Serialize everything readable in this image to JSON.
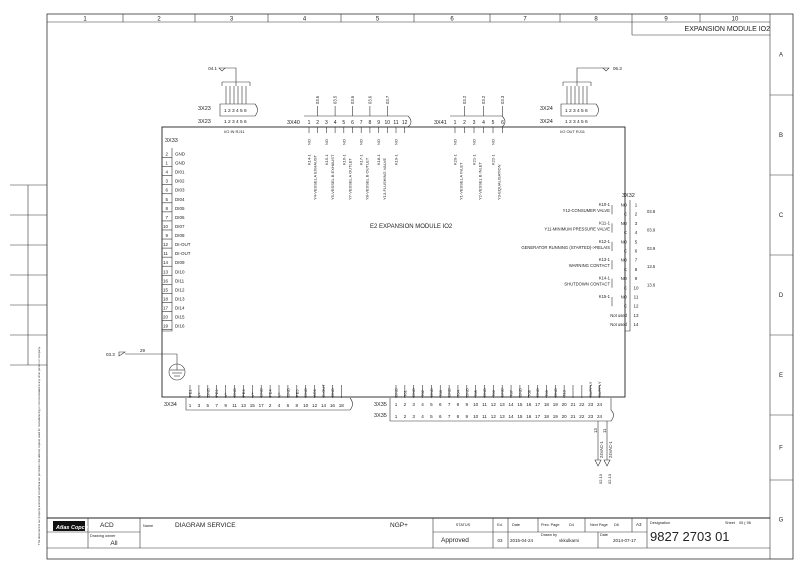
{
  "columns": [
    "1",
    "2",
    "3",
    "4",
    "5",
    "6",
    "7",
    "8",
    "9",
    "10"
  ],
  "rows": [
    "A",
    "B",
    "C",
    "D",
    "E",
    "F",
    "G"
  ],
  "header_title": "EXPANSION MODULE IO2",
  "module_label": "E2  EXPANSION MODULE IO2",
  "x23": {
    "name": "3X23",
    "pins": "1 2 3 4 5 6",
    "ref": "04.1",
    "sub": "I/O IN    RJ11"
  },
  "x24": {
    "name": "3X24",
    "pins": "1 2 3 4 5 6",
    "ref": "06.3",
    "sub": "I/O OUT    RJ11"
  },
  "x40": {
    "name": "3X40",
    "pins": [
      "1",
      "2",
      "3",
      "4",
      "5",
      "6",
      "7",
      "8",
      "9",
      "10",
      "11",
      "12"
    ],
    "refs": [
      "03.6",
      "03.5",
      "03.6",
      "03.6",
      "03.7"
    ],
    "contacts": [
      "NO",
      "NO",
      "NO",
      "NO",
      "NO",
      "NO"
    ],
    "relays": [
      "K14-1",
      "K15-1",
      "K16-1",
      "K17-1",
      "K18-1",
      "K19-1"
    ],
    "descs": [
      "Y4-VESSEL A EXHAUST",
      "Y5-VESSEL B EXHAUST",
      "Y7-VESSEL A OUTLET",
      "Y8-VESSEL B OUTLET",
      "Y13-FLUSHING VALVE"
    ]
  },
  "x41": {
    "name": "3X41",
    "pins": [
      "1",
      "2",
      "3",
      "4",
      "5",
      "6"
    ],
    "refs": [
      "03.2",
      "03.2",
      "03.3"
    ],
    "contacts": [
      "NO",
      "NO",
      "NO"
    ],
    "relays": [
      "K20-1",
      "K21-1",
      "K22-1"
    ],
    "descs": [
      "Y1-VESSEL A INLET",
      "Y2-VESSEL B INLET",
      "Y3-EQUALISATION"
    ]
  },
  "x33": {
    "name": "3X33",
    "rows": [
      {
        "pin": "2",
        "sig": "GND"
      },
      {
        "pin": "1",
        "sig": "GND"
      },
      {
        "pin": "4",
        "sig": "DI01"
      },
      {
        "pin": "3",
        "sig": "DI02"
      },
      {
        "pin": "6",
        "sig": "DI03"
      },
      {
        "pin": "5",
        "sig": "DI04"
      },
      {
        "pin": "8",
        "sig": "DI05"
      },
      {
        "pin": "7",
        "sig": "DI06"
      },
      {
        "pin": "10",
        "sig": "DI07"
      },
      {
        "pin": "9",
        "sig": "DI08"
      },
      {
        "pin": "12",
        "sig": "DI-OUT"
      },
      {
        "pin": "11",
        "sig": "DI-OUT"
      },
      {
        "pin": "14",
        "sig": "DI09"
      },
      {
        "pin": "13",
        "sig": "DI10"
      },
      {
        "pin": "16",
        "sig": "DI11"
      },
      {
        "pin": "15",
        "sig": "DI12"
      },
      {
        "pin": "18",
        "sig": "DI13"
      },
      {
        "pin": "17",
        "sig": "DI14"
      },
      {
        "pin": "20",
        "sig": "DI15"
      },
      {
        "pin": "19",
        "sig": "DI16"
      }
    ]
  },
  "x32": {
    "name": "3X32",
    "pins": [
      "1",
      "2",
      "3",
      "4",
      "5",
      "6",
      "7",
      "8",
      "9",
      "10",
      "11",
      "12",
      "13",
      "14"
    ],
    "contacts": [
      "NO",
      "C",
      "NO",
      "C",
      "NO",
      "C",
      "NO",
      "C",
      "NO",
      "C",
      "NO",
      "C",
      "Not used",
      "Not used"
    ],
    "relays": [
      {
        "name": "K10-1",
        "desc": "Y12-CONSUMER VALVE",
        "ref": "03.8"
      },
      {
        "name": "K11-1",
        "desc": "Y11-MINIMUM PRESSURE VALVE",
        "ref": "03.9"
      },
      {
        "name": "K12-1",
        "desc": "GENERATOR RUNNING (STARTED)->RELAIS",
        "ref": "03.9"
      },
      {
        "name": "K13-1",
        "desc": "WARNING CONTACT",
        "ref": "13.5"
      },
      {
        "name": "K14-1",
        "desc": "SHUTDOWN CONTACT",
        "ref": "13.6"
      },
      {
        "name": "K15-1",
        "desc": "",
        "ref": ""
      }
    ]
  },
  "x34": {
    "name": "3X34",
    "pins": [
      "1",
      "3",
      "5",
      "7",
      "9",
      "11",
      "13",
      "15",
      "17",
      "2",
      "4",
      "6",
      "8",
      "10",
      "12",
      "14",
      "16",
      "18"
    ],
    "labels": [
      "PE1",
      "V+",
      "GND",
      "PE2",
      "V+",
      "GND",
      "PE3",
      "V+",
      "GND",
      "PE4",
      "V+",
      "GND",
      "PE5",
      "GND",
      "AO1",
      "C-OUT",
      "GND",
      ""
    ]
  },
  "x35": {
    "name": "3X35",
    "pins": [
      "1",
      "2",
      "3",
      "4",
      "5",
      "6",
      "7",
      "8",
      "9",
      "10",
      "11",
      "12",
      "13",
      "14",
      "15",
      "16",
      "17",
      "18",
      "19",
      "20",
      "21",
      "22",
      "23",
      "24"
    ],
    "labels": [
      "GND",
      "T01",
      "GND",
      "T02",
      "GND",
      "T03",
      "GND",
      "T04",
      "GND",
      "T05",
      "GND",
      "T06",
      "GND",
      "T07",
      "GND",
      "T08",
      "GND",
      "T09",
      "GND",
      "T10",
      "",
      "",
      "SUPPLY",
      "SUPPLY"
    ]
  },
  "ground_ref": "03.3",
  "ground_wire": "29",
  "supply": {
    "wires": [
      "13",
      "11"
    ],
    "labels": [
      "24VAC-1",
      "24VAC-1"
    ],
    "refs": [
      "02.10",
      "02.10"
    ]
  },
  "title_block": {
    "brand": "Atlas Copco",
    "company": "ACD",
    "drawing_owner_label": "Drawing owner",
    "drawing_owner": "All",
    "name_label": "Name",
    "name": "DIAGRAM SERVICE",
    "product": "NGP+",
    "status_label": "STATUS",
    "status": "Approved",
    "ed_label": "Ed.",
    "ed": "03",
    "date_label": "Date",
    "date": "2015-04-24",
    "prev_page_label": "Prev. Page",
    "prev_page": "D4",
    "drawn_by_label": "Drawn by",
    "drawn_by": "vkkulkarni",
    "next_page_label": "Next Page",
    "next_page": "D6",
    "date2_label": "Date",
    "date2": "2014-07-17",
    "format": "A3",
    "designation_label": "Designation",
    "designation": "9827 2703 01",
    "sheet_label": "Sheet",
    "sheet": "05 ( 96"
  },
  "side_note": "This document is our property and shall not without our permission be altered, copied, used for manufacturing or communicated to any other person or company."
}
